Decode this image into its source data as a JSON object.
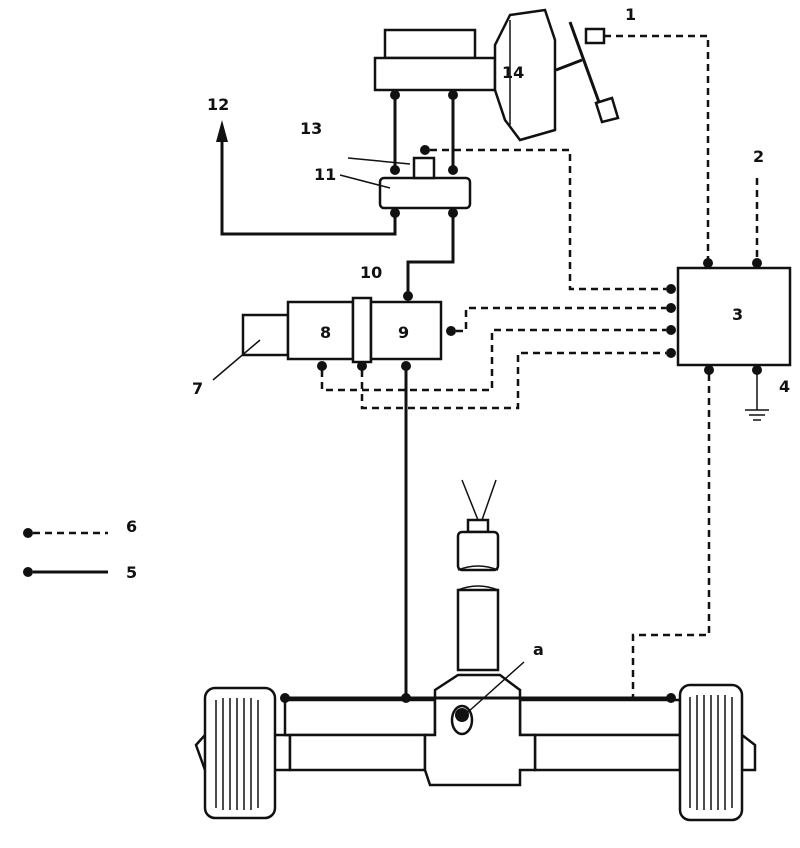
{
  "labels": {
    "l1": "1",
    "l2": "2",
    "l3": "3",
    "l4": "4",
    "l5": "5",
    "l6": "6",
    "l7": "7",
    "l8": "8",
    "l9": "9",
    "l10": "10",
    "l11": "11",
    "l12": "12",
    "l13": "13",
    "l14": "14",
    "la": "a"
  },
  "legend": {
    "dashed_line_label": "6",
    "solid_line_label": "5"
  }
}
